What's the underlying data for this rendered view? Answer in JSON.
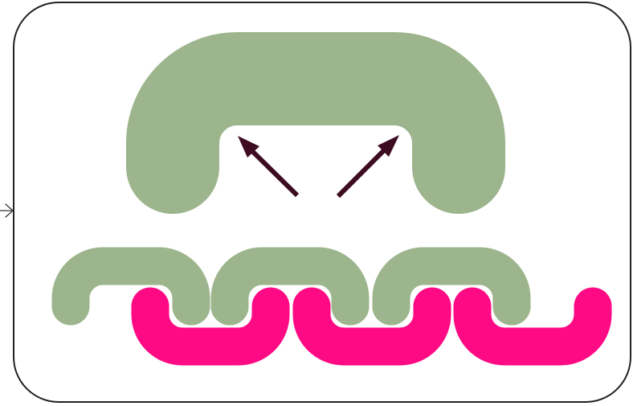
{
  "colors": {
    "background": "#ffffff",
    "frame_stroke": "#222222",
    "green_track": "#9cb58c",
    "pink_track": "#fe0a84",
    "arrow": "#3d0c20",
    "incoming_arrow": "#333333"
  },
  "shapes": {
    "large_arch": "green-u-shape",
    "small_arches": [
      "green-arch-1",
      "green-arch-2",
      "green-arch-3"
    ],
    "small_cups": [
      "pink-cup-1",
      "pink-cup-2",
      "pink-cup-3"
    ],
    "arrows": [
      "arrow-left",
      "arrow-right"
    ]
  }
}
